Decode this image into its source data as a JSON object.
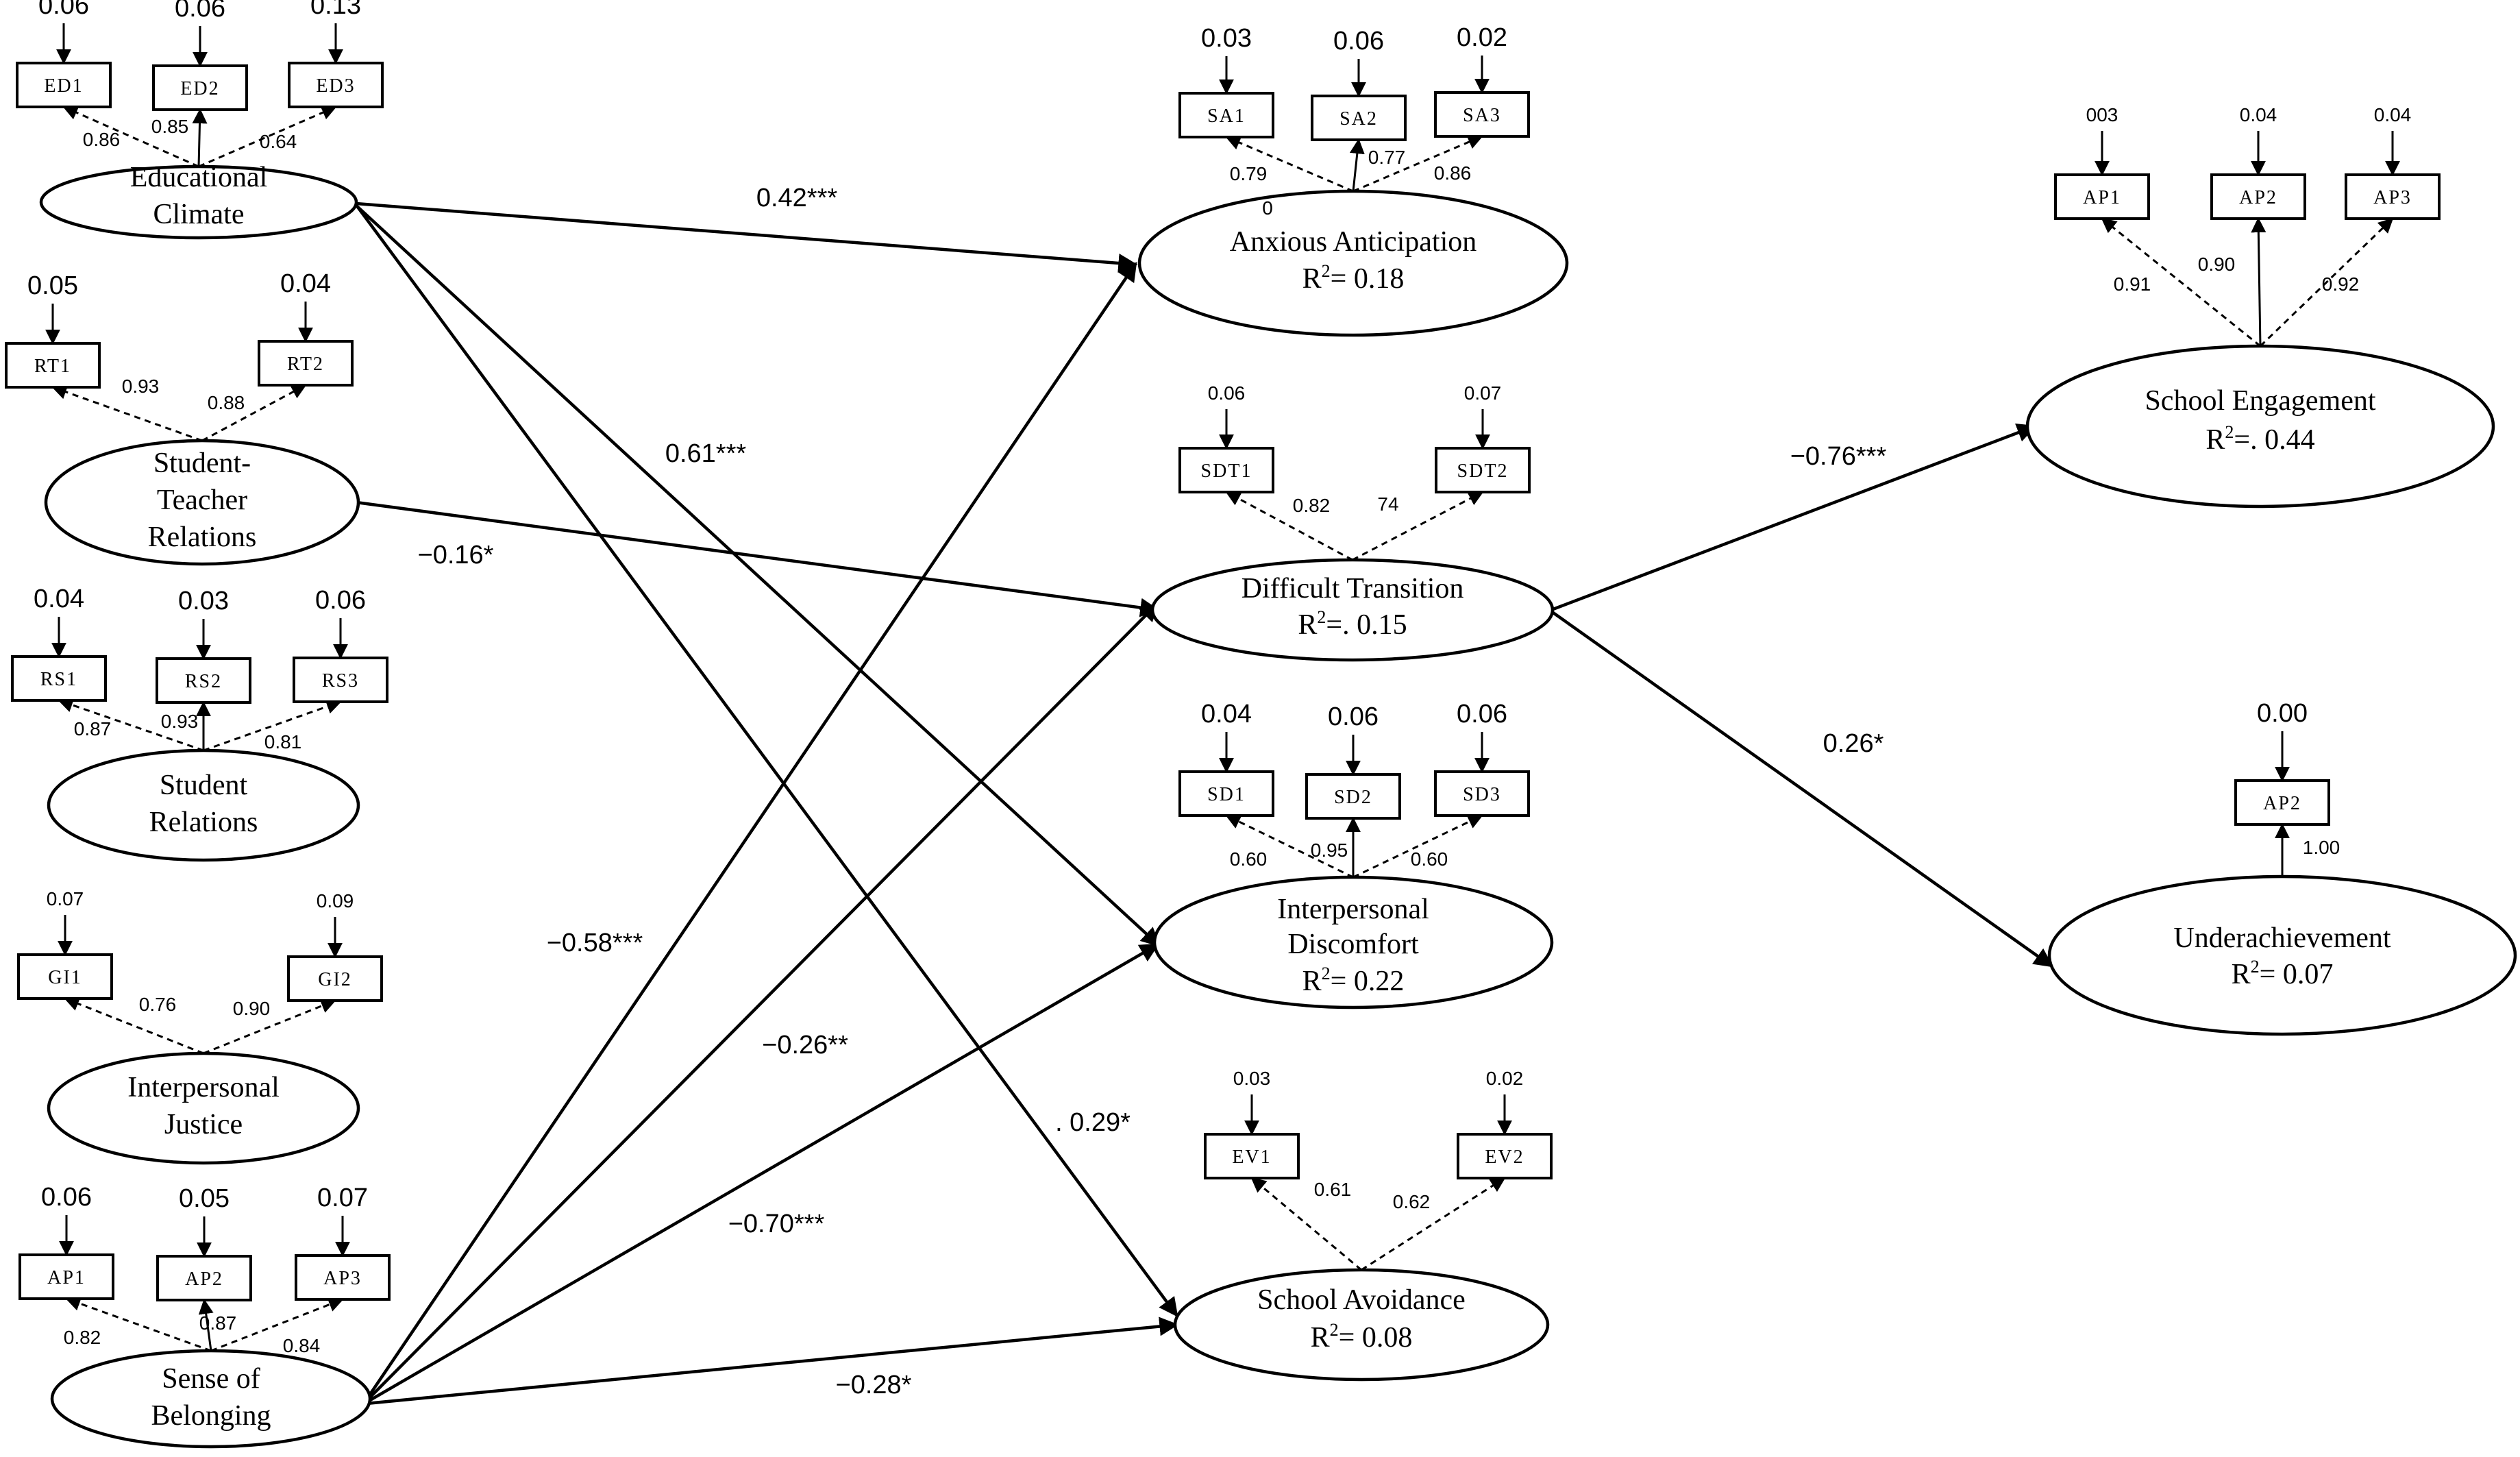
{
  "latents": [
    {
      "id": "ec",
      "lines": [
        "Educational",
        "Climate"
      ],
      "r2": null
    },
    {
      "id": "st",
      "lines": [
        "Student-",
        "Teacher",
        "Relations"
      ],
      "r2": null
    },
    {
      "id": "sr",
      "lines": [
        "Student",
        "Relations"
      ],
      "r2": null
    },
    {
      "id": "ij",
      "lines": [
        "Interpersonal",
        "Justice"
      ],
      "r2": null
    },
    {
      "id": "sb",
      "lines": [
        "Sense of",
        "Belonging"
      ],
      "r2": null
    },
    {
      "id": "aa",
      "lines": [
        "Anxious Anticipation"
      ],
      "r2": "0.18",
      "r2_sep": "= "
    },
    {
      "id": "dt",
      "lines": [
        "Difficult Transition"
      ],
      "r2": "0.15",
      "r2_sep": "=. "
    },
    {
      "id": "id",
      "lines": [
        "Interpersonal",
        "Discomfort"
      ],
      "r2": "0.22",
      "r2_sep": "= "
    },
    {
      "id": "sa",
      "lines": [
        "School Avoidance"
      ],
      "r2": "0.08",
      "r2_sep": "= "
    },
    {
      "id": "se",
      "lines": [
        "School Engagement"
      ],
      "r2": "0.44",
      "r2_sep": "=. "
    },
    {
      "id": "ua",
      "lines": [
        "Underachievement"
      ],
      "r2": "0.07",
      "r2_sep": "=  "
    }
  ],
  "indicators": [
    {
      "latent": "ec",
      "label": "ED1",
      "error": "0.06",
      "loading": "0.86"
    },
    {
      "latent": "ec",
      "label": "ED2",
      "error": "0.06",
      "loading": "0.85"
    },
    {
      "latent": "ec",
      "label": "ED3",
      "error": "0.13",
      "loading": "0.64"
    },
    {
      "latent": "st",
      "label": "RT1",
      "error": "0.05",
      "loading": "0.93"
    },
    {
      "latent": "st",
      "label": "RT2",
      "error": "0.04",
      "loading": "0.88"
    },
    {
      "latent": "sr",
      "label": "RS1",
      "error": "0.04",
      "loading": "0.87"
    },
    {
      "latent": "sr",
      "label": "RS2",
      "error": "0.03",
      "loading": "0.93"
    },
    {
      "latent": "sr",
      "label": "RS3",
      "error": "0.06",
      "loading": "0.81"
    },
    {
      "latent": "ij",
      "label": "GI1",
      "error": "0.07",
      "loading": "0.76"
    },
    {
      "latent": "ij",
      "label": "GI2",
      "error": "0.09",
      "loading": "0.90"
    },
    {
      "latent": "sb",
      "label": "AP1",
      "error": "0.06",
      "loading": "0.82"
    },
    {
      "latent": "sb",
      "label": "AP2",
      "error": "0.05",
      "loading": "0.87"
    },
    {
      "latent": "sb",
      "label": "AP3",
      "error": "0.07",
      "loading": "0.84"
    },
    {
      "latent": "aa",
      "label": "SA1",
      "error": "0.03",
      "loading": "0.79"
    },
    {
      "latent": "aa",
      "label": "SA2",
      "error": "0.06",
      "loading": "0.77"
    },
    {
      "latent": "aa",
      "label": "SA3",
      "error": "0.02",
      "loading": "0.86"
    },
    {
      "latent": "dt",
      "label": "SDT1",
      "error": "0.06",
      "loading": "0.82"
    },
    {
      "latent": "dt",
      "label": "SDT2",
      "error": "0.07",
      "loading": "74"
    },
    {
      "latent": "id",
      "label": "SD1",
      "error": "0.04",
      "loading": "0.60"
    },
    {
      "latent": "id",
      "label": "SD2",
      "error": "0.06",
      "loading": "0.95"
    },
    {
      "latent": "id",
      "label": "SD3",
      "error": "0.06",
      "loading": "0.60"
    },
    {
      "latent": "sa",
      "label": "EV1",
      "error": "0.03",
      "loading": "0.61"
    },
    {
      "latent": "sa",
      "label": "EV2",
      "error": "0.02",
      "loading": "0.62"
    },
    {
      "latent": "se",
      "label": "AP1",
      "error": "003",
      "loading": "0.91"
    },
    {
      "latent": "se",
      "label": "AP2",
      "error": "0.04",
      "loading": "0.90"
    },
    {
      "latent": "se",
      "label": "AP3",
      "error": "0.04",
      "loading": "0.92"
    },
    {
      "latent": "ua",
      "label": "AP2",
      "error": "0.00",
      "loading": "1.00"
    }
  ],
  "paths": [
    {
      "from": "ec",
      "to": "aa",
      "coef": "0.42***"
    },
    {
      "from": "ec",
      "to": "id",
      "coef": "0.61***"
    },
    {
      "from": "ec",
      "to": "sa",
      "coef": ". 0.29*"
    },
    {
      "from": "st",
      "to": "dt",
      "coef": "−0.16*"
    },
    {
      "from": "sb",
      "to": "aa",
      "coef": "−0.58***"
    },
    {
      "from": "sb",
      "to": "dt",
      "coef": "−0.26**"
    },
    {
      "from": "sb",
      "to": "id",
      "coef": "−0.70***"
    },
    {
      "from": "sb",
      "to": "sa",
      "coef": "−0.28*"
    },
    {
      "from": "dt",
      "to": "se",
      "coef": "−0.76***"
    },
    {
      "from": "dt",
      "to": "ua",
      "coef": "0.26*"
    }
  ],
  "stray_marks": [
    "0"
  ]
}
